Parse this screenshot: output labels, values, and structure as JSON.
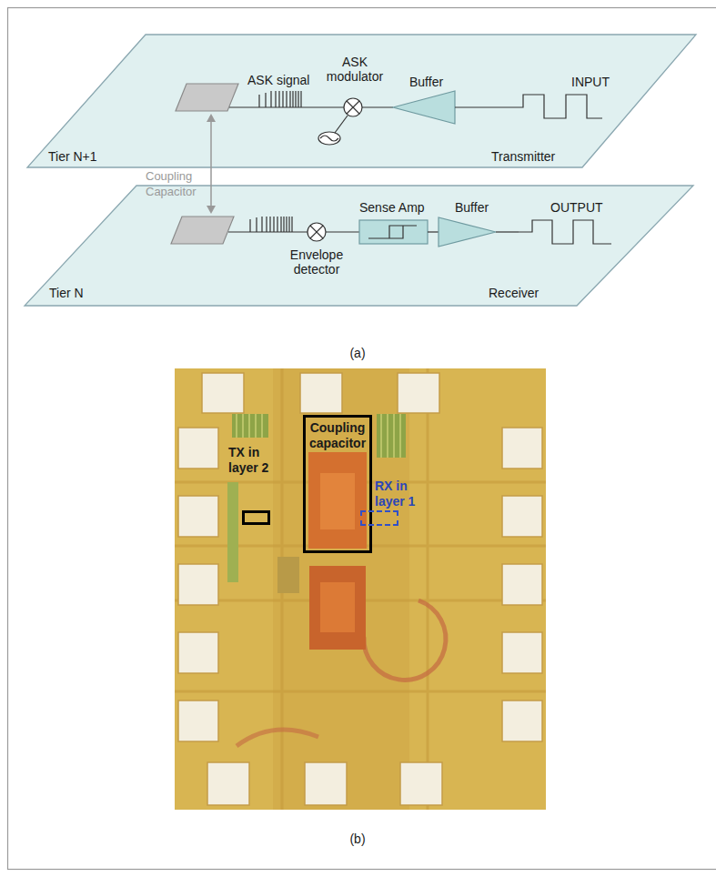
{
  "diagram": {
    "nodes": [
      {
        "text": [
          "Tier N+1",
          "Transmitter"
        ]
      },
      {
        "text": [
          "Tier N",
          "Receiver"
        ]
      },
      {
        "text": [
          "Coupling capacitor"
        ]
      },
      {
        "text": [
          "TX in layer 2"
        ]
      },
      {
        "text": [
          "RX in layer 1"
        ]
      }
    ],
    "labels": [
      "ASK signal",
      "ASK modulator",
      "Buffer",
      "INPUT",
      "Coupling Capacitor",
      "Envelope detector",
      "Sense Amp",
      "Buffer",
      "OUTPUT",
      "(a)",
      "(b)"
    ]
  }
}
